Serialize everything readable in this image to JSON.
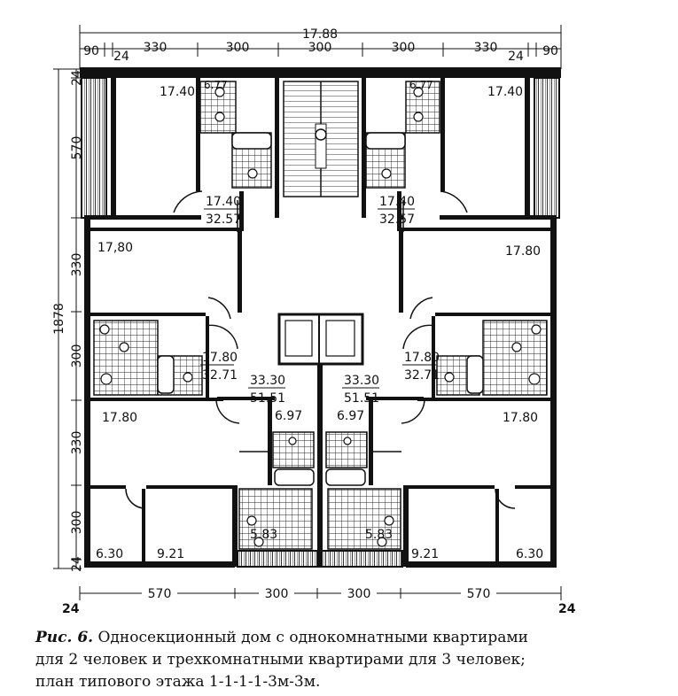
{
  "dimensions": {
    "top_total": "17.88",
    "top": [
      "90",
      "24",
      "330",
      "300",
      "300",
      "300",
      "330",
      "24",
      "90"
    ],
    "left_total": "1878",
    "left": [
      "24",
      "570",
      "330",
      "300",
      "330",
      "300",
      "24"
    ],
    "bottom": [
      "24",
      "570",
      "300",
      "300",
      "570",
      "24"
    ]
  },
  "rooms": {
    "a1": "17.40",
    "a2": "6.77",
    "a3": "17.40",
    "a4": "32.57",
    "a5": "6.77",
    "a6": "17.40",
    "a7": "32.57",
    "a8": "17.40",
    "b1": "17,80",
    "b2": "17.80",
    "b3": "17.80",
    "b4": "32.71",
    "b5": "17.80",
    "b6": "32.71",
    "c1": "33.30",
    "c2": "51.51",
    "c3": "33.30",
    "c4": "51.51",
    "c5": "6.97",
    "c6": "6.97",
    "d1": "17.80",
    "d2": "17.80",
    "e1": "6.30",
    "e2": "9.21",
    "e3": "5.83",
    "e4": "5.83",
    "e5": "9.21",
    "e6": "6.30"
  },
  "caption": {
    "label": "Рис. 6.",
    "line1": "Односекционный дом с однокомнатными квартирами",
    "line2": "для 2 человек и трехкомнатными квартирами для 3 человек;",
    "line3": "план типового этажа 1-1-1-1-3м-3м."
  }
}
